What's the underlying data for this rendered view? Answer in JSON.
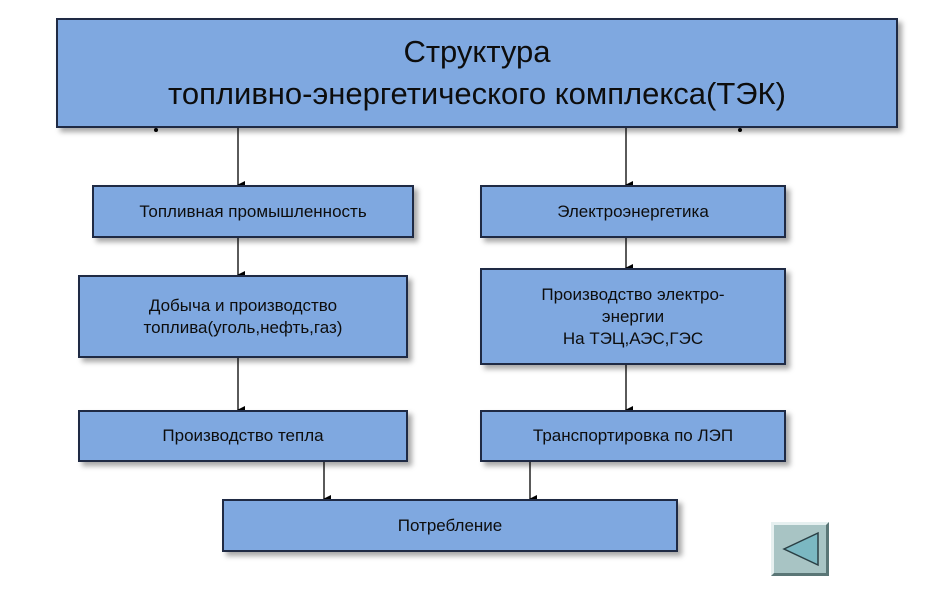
{
  "title": "Структура\nтопливно-энергетического комплекса(ТЭК)",
  "nodes": {
    "fuel_industry": "Топливная промышленность",
    "electric_power": "Электроэнергетика",
    "fuel_extraction": "Добыча и производство\nтоплива(уголь,нефть,газ)",
    "electricity_production": "Производство электро-\nэнергии\nНа ТЭЦ,АЭС,ГЭС",
    "heat_production": "Производство тепла",
    "transport": "Транспортировка по ЛЭП",
    "consumption": "Потребление"
  },
  "colors": {
    "box_fill": "#7fa8e0",
    "box_border": "#1f2a44",
    "arrow": "#000000",
    "back_button": "#a8c4c4"
  },
  "icons": {
    "back_button": "triangle-left-icon"
  }
}
